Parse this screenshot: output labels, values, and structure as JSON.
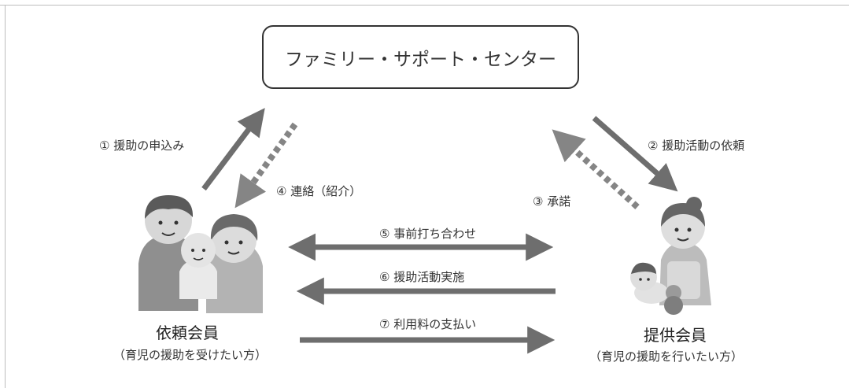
{
  "center": {
    "title": "ファミリー・サポート・センター"
  },
  "steps": {
    "s1": "① 援助の申込み",
    "s2": "② 援助活動の依頼",
    "s3": "③ 承諾",
    "s4": "④ 連絡（紹介）",
    "s5": "⑤ 事前打ち合わせ",
    "s6": "⑥ 援助活動実施",
    "s7": "⑦ 利用料の支払い"
  },
  "requester": {
    "title": "依頼会員",
    "subtitle": "（育児の援助を受けたい方）"
  },
  "provider": {
    "title": "提供会員",
    "subtitle": "（育児の援助を行いたい方）"
  },
  "colors": {
    "arrow": "#6e6e6e",
    "dashed_arrow": "#858585",
    "frame": "#bdbdbd"
  }
}
